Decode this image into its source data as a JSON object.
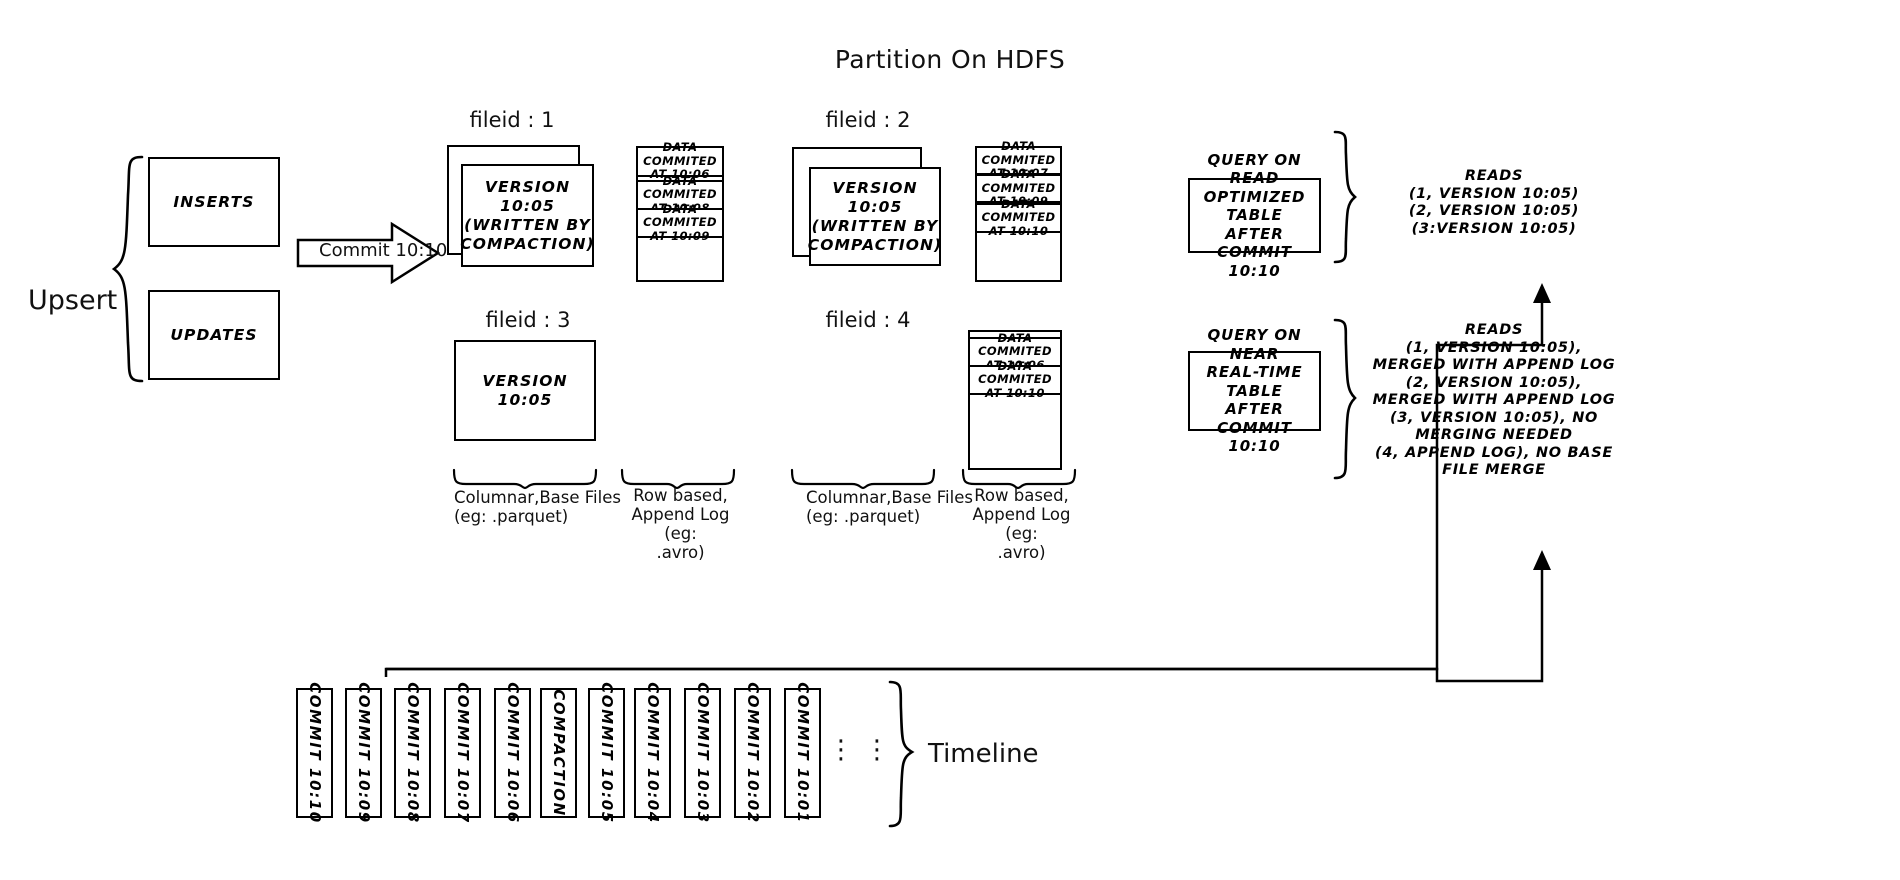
{
  "title": "Partition On HDFS",
  "upsert": {
    "label": "Upsert",
    "inserts_label": "INSERTS",
    "updates_label": "UPDATES"
  },
  "commit_arrow": {
    "label": "Commit 10:10"
  },
  "filegroups": [
    {
      "id": "fileid-1",
      "header": "fileid : 1",
      "base_file_label": "VERSION 10:05\n(WRITTEN BY\nCOMPACTION)",
      "base_line1": "VERSION 10:05",
      "base_line2": "(WRITTEN BY",
      "base_line3": "COMPACTION)",
      "log_entries": [
        {
          "line1": "DATA COMMITED",
          "line2": "AT 10:06"
        },
        {
          "line1": "DATA COMMITED",
          "line2": "AT 10:08"
        },
        {
          "line1": "DATA COMMITED",
          "line2": "AT 10:09"
        }
      ]
    },
    {
      "id": "fileid-2",
      "header": "fileid : 2",
      "base_line1": "VERSION 10:05",
      "base_line2": "(WRITTEN BY",
      "base_line3": "COMPACTION)",
      "log_entries": [
        {
          "line1": "DATA COMMITED",
          "line2": "AT 10:07"
        },
        {
          "line1": "DATA COMMITED",
          "line2": "AT 10:09"
        },
        {
          "line1": "DATA COMMITED",
          "line2": "AT 10:10"
        }
      ]
    },
    {
      "id": "fileid-3",
      "header": "fileid : 3",
      "base_line1": "VERSION 10:05",
      "log_entries": []
    },
    {
      "id": "fileid-4",
      "header": "fileid : 4",
      "log_entries": [
        {
          "line1": "DATA COMMITED",
          "line2": "AT 10:06"
        },
        {
          "line1": "DATA COMMITED",
          "line2": "AT 10:10"
        }
      ]
    }
  ],
  "captions": {
    "columnar_line1": "Columnar,Base Files",
    "columnar_line2": "(eg: .parquet)",
    "rowbased_line1": "Row based,",
    "rowbased_line2": "Append Log  (eg:",
    "rowbased_line3": ".avro)"
  },
  "queries": {
    "read_optimized": {
      "line1": "QUERY ON READ",
      "line2": "OPTIMIZED TABLE",
      "line3": "AFTER COMMIT",
      "line4": "10:10"
    },
    "near_real_time": {
      "line1": "QUERY ON NEAR",
      "line2": "REAL-TIME TABLE",
      "line3": "AFTER COMMIT",
      "line4": "10:10"
    }
  },
  "reads": {
    "read_optimized": [
      "READS",
      "(1, VERSION 10:05)",
      "(2, VERSION 10:05)",
      "(3:VERSION 10:05)"
    ],
    "near_real_time": [
      "READS",
      "(1, VERSION 10:05),",
      "MERGED WITH APPEND LOG",
      "(2, VERSION 10:05),",
      "MERGED WITH APPEND LOG",
      "(3, VERSION 10:05), NO",
      "MERGING NEEDED",
      "(4, APPEND LOG), NO BASE",
      "FILE MERGE"
    ]
  },
  "timeline": {
    "label": "Timeline",
    "ellipsis": "⋮",
    "cells": [
      "COMMIT  10:10",
      "COMMIT  10:09",
      "COMMIT  10:08",
      "COMMIT  10:07",
      "COMMIT  10:06",
      "COMPACTION",
      "COMMIT  10:05",
      "COMMIT  10:04",
      "COMMIT  10:03",
      "COMMIT  10:02",
      "COMMIT  10:01"
    ]
  },
  "colors": {
    "stroke": "#000000",
    "background": "#ffffff"
  }
}
